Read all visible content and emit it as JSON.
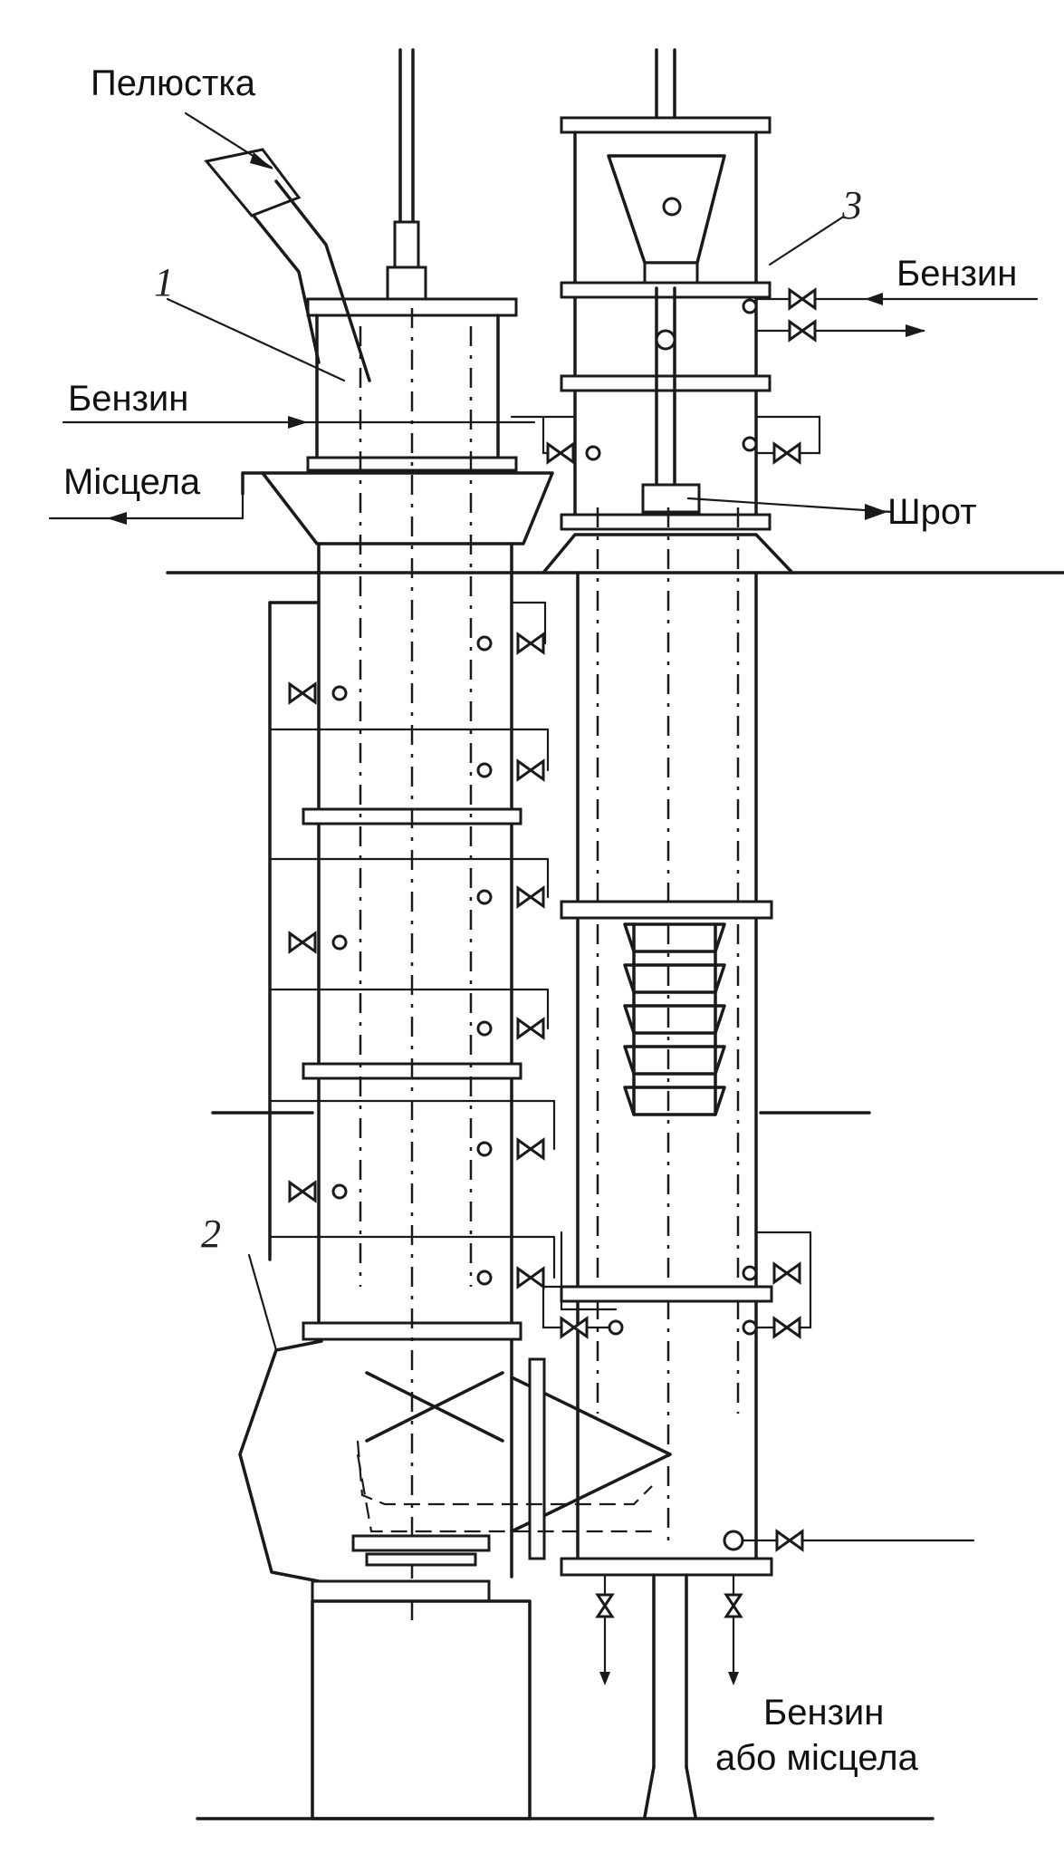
{
  "labels": {
    "petal": "Пелюстка",
    "benzin_right": "Бензин",
    "benzin_left": "Бензин",
    "miscela": "Місцела",
    "shrot": "Шрот",
    "out_line1": "Бензин",
    "out_line2": "або місцела"
  },
  "numbers": {
    "n1": "1",
    "n2": "2",
    "n3": "3"
  }
}
